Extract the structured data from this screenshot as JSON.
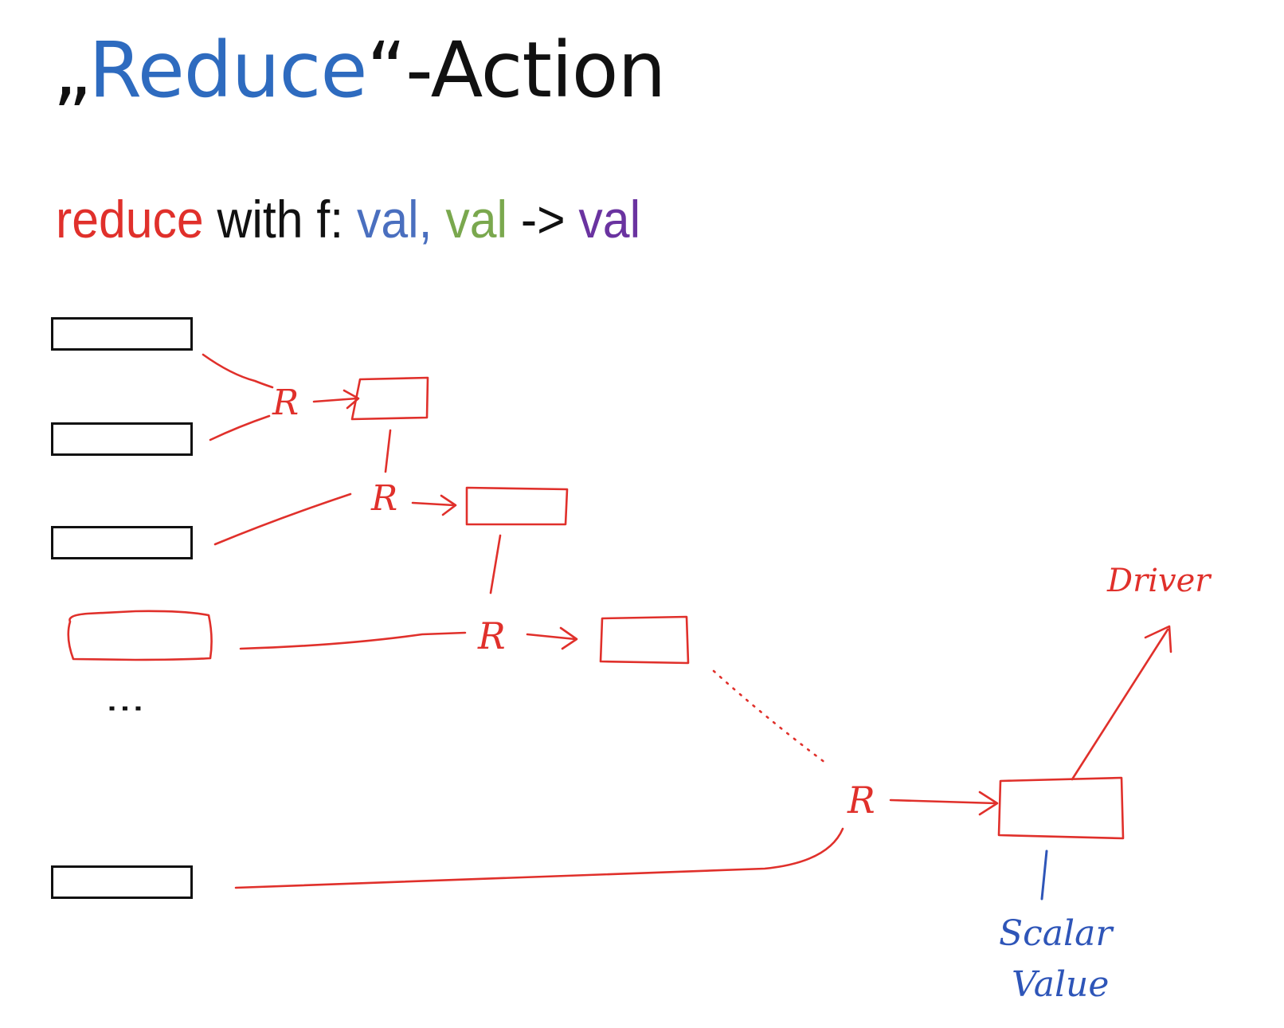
{
  "title": {
    "open_quote": "„",
    "keyword": "Reduce",
    "close": "“-Action"
  },
  "signature": {
    "keyword": "reduce",
    "middle": " with f: ",
    "arg1": "val",
    "comma": ",",
    "space": " ",
    "arg2": "val",
    "arrow": " -> ",
    "result": "val"
  },
  "diagram": {
    "reducer_label": "R",
    "ellipsis": "⋮",
    "driver_label": "Driver",
    "result_label_line1": "Scalar",
    "result_label_line2": "Value"
  },
  "colors": {
    "keyword_blue": "#2e6bbf",
    "reduce_red": "#e0302b",
    "val_blue": "#4a6fbf",
    "val_green": "#7aa84e",
    "val_purple": "#6a33a0",
    "ink_red": "#e0302b",
    "ink_blue": "#2e55b8"
  }
}
